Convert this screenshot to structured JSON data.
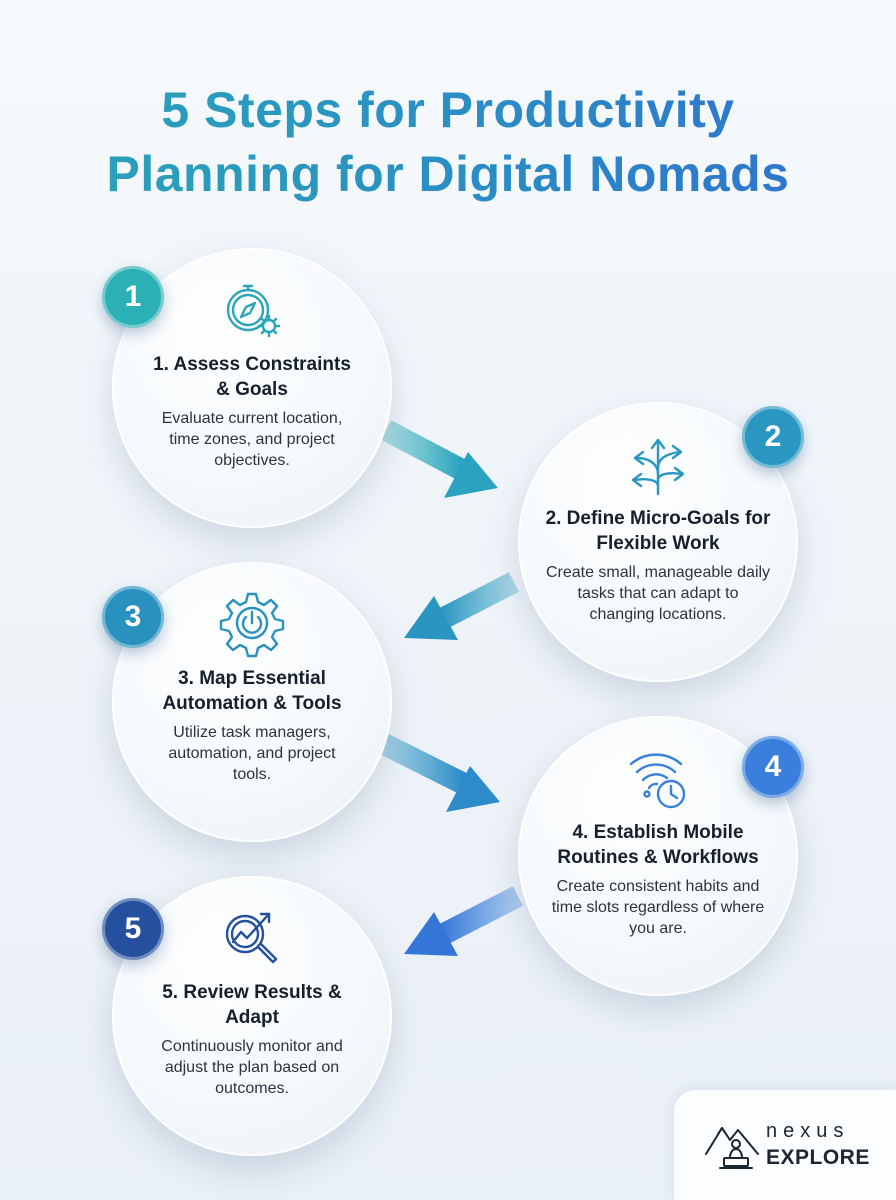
{
  "title": {
    "line1": "5 Steps for Productivity",
    "line2": "Planning for Digital Nomads"
  },
  "steps": [
    {
      "number": "1",
      "title": "1. Assess Constraints & Goals",
      "description": "Evaluate current location, time zones, and project objectives.",
      "icon": "compass-gear-icon",
      "badge_color": "#2bb0b6"
    },
    {
      "number": "2",
      "title": "2. Define Micro-Goals for Flexible Work",
      "description": "Create small, manageable daily tasks that can adapt to changing locations.",
      "icon": "branching-arrows-icon",
      "badge_color": "#2a97c2"
    },
    {
      "number": "3",
      "title": "3. Map Essential Automation & Tools",
      "description": "Utilize task managers, automation, and project tools.",
      "icon": "gear-power-icon",
      "badge_color": "#2991bf"
    },
    {
      "number": "4",
      "title": "4. Establish Mobile Routines & Workflows",
      "description": "Create consistent habits and time slots regardless of where you are.",
      "icon": "wifi-clock-icon",
      "badge_color": "#3a7fdc"
    },
    {
      "number": "5",
      "title": "5. Review Results & Adapt",
      "description": "Continuously monitor and adjust the plan based on outcomes.",
      "icon": "magnifier-growth-icon",
      "badge_color": "#24509e"
    }
  ],
  "logo": {
    "word1": "nexus",
    "word2": "EXPLORE",
    "icon": "mountain-laptop-icon"
  },
  "colors": {
    "teal": "#2aa6b6",
    "blue": "#2f6fcf",
    "text_dark": "#15202d"
  }
}
